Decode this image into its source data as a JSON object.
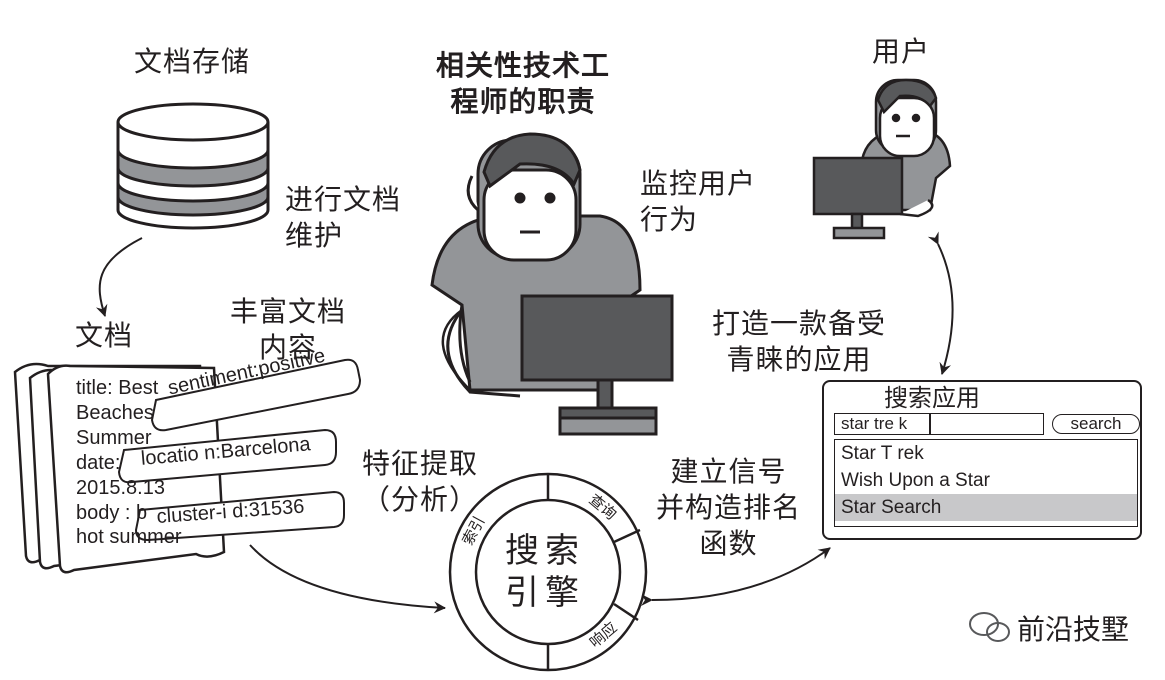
{
  "labels": {
    "doc_storage": "文档存储",
    "maintenance": "进行文档\n维护",
    "documents": "文档",
    "enrich": "丰富文档\n内容",
    "role_title": "相关性技术工\n程师的职责",
    "monitor": "监控用户\n行为",
    "build_app": "打造一款备受\n青睐的应用",
    "user": "用户",
    "features": "特征提取\n（分析）",
    "signals": "建立信号\n并构造排名\n函数"
  },
  "document": {
    "lines": [
      "title:  Best",
      "Beaches",
      "Summer",
      "date:",
      "2015.8.13",
      "body : b",
      "hot summer"
    ]
  },
  "tags": [
    "sentiment:positive",
    "locatio n:Barcelona",
    "cluster-i  d:31536"
  ],
  "search_app": {
    "title": "搜索应用",
    "query": "star tre k",
    "button": "search",
    "results": [
      "Star T rek",
      "Wish Upon a Star",
      "Star Search"
    ],
    "selected_index": 2
  },
  "engine": {
    "center": "搜索\n引擎",
    "segments": [
      "索引",
      "查询",
      "响应"
    ]
  },
  "watermark": "前沿技墅",
  "colors": {
    "ink": "#231f20",
    "gray_fill": "#939598",
    "dark_fill": "#58595b",
    "highlight": "#c8c8ca"
  }
}
